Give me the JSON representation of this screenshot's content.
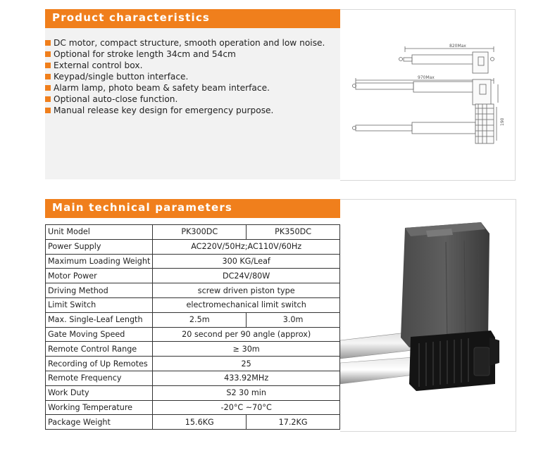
{
  "characteristics": {
    "title": "Product characteristics",
    "items": [
      "DC motor, compact structure, smooth operation and low noise.",
      "Optional for stroke length 34cm and 54cm",
      "External control box.",
      "Keypad/single button interface.",
      "Alarm lamp, photo beam & safety beam interface.",
      "Optional auto-close function.",
      "Manual release key design for emergency purpose."
    ]
  },
  "drawing": {
    "dim_top": "820Max",
    "dim_middle": "970Max",
    "dim_side": "190"
  },
  "parameters": {
    "title": "Main technical parameters",
    "rows": [
      {
        "label": "Unit Model",
        "values": [
          "PK300DC",
          "PK350DC"
        ]
      },
      {
        "label": "Power Supply",
        "values": [
          "AC220V/50Hz;AC110V/60Hz"
        ]
      },
      {
        "label": "Maximum Loading Weight",
        "values": [
          "300 KG/Leaf"
        ]
      },
      {
        "label": "Motor Power",
        "values": [
          "DC24V/80W"
        ]
      },
      {
        "label": "Driving Method",
        "values": [
          "screw driven piston type"
        ]
      },
      {
        "label": "Limit Switch",
        "values": [
          "electromechanical limit switch"
        ]
      },
      {
        "label": "Max. Single-Leaf Length",
        "values": [
          "2.5m",
          "3.0m"
        ]
      },
      {
        "label": "Gate Moving Speed",
        "values": [
          "20 second per 90 angle (approx)"
        ]
      },
      {
        "label": "Remote Control Range",
        "values": [
          "≥ 30m"
        ]
      },
      {
        "label": "Recording of Up Remotes",
        "values": [
          "25"
        ]
      },
      {
        "label": "Remote Frequency",
        "values": [
          "433.92MHz"
        ]
      },
      {
        "label": "Work Duty",
        "values": [
          "S2 30 min"
        ]
      },
      {
        "label": "Working Temperature",
        "values": [
          "-20°C ~70°C"
        ]
      },
      {
        "label": "Package Weight",
        "values": [
          "15.6KG",
          "17.2KG"
        ]
      }
    ]
  },
  "colors": {
    "accent": "#f07f1c",
    "panel_bg": "#f2f2f2"
  }
}
